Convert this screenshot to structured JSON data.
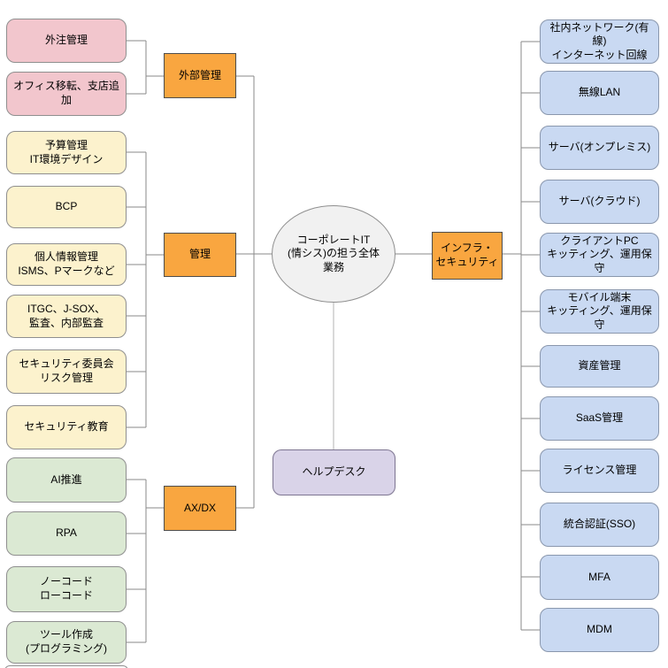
{
  "center_node": {
    "label": "コーポレートIT\n(情シス)の担う全体\n業務"
  },
  "helpdesk_node": {
    "label": "ヘルプデスク"
  },
  "groups": {
    "external": {
      "label": "外部管理",
      "children": [
        "外注管理",
        "オフィス移転、支店追加"
      ]
    },
    "management": {
      "label": "管理",
      "children": [
        "予算管理\nIT環境デザイン",
        "BCP",
        "個人情報管理\nISMS、Pマークなど",
        "ITGC、J-SOX、\n監査、内部監査",
        "セキュリティ委員会\nリスク管理",
        "セキュリティ教育"
      ]
    },
    "axdx": {
      "label": "AX/DX",
      "children": [
        "AI推進",
        "RPA",
        "ノーコード\nローコード",
        "ツール作成\n(プログラミング)"
      ]
    },
    "infra_security": {
      "label": "インフラ・\nセキュリティ",
      "children": [
        "社内ネットワーク(有線)\nインターネット回線",
        "無線LAN",
        "サーバ(オンプレミス)",
        "サーバ(クラウド)",
        "クライアントPC\nキッティング、運用保守",
        "モバイル端末\nキッティング、運用保守",
        "資産管理",
        "SaaS管理",
        "ライセンス管理",
        "統合認証(SSO)",
        "MFA",
        "MDM"
      ]
    }
  },
  "colors": {
    "category_fill": "#f9a640",
    "external_children_fill": "#f2c6cd",
    "management_children_fill": "#fcf2cd",
    "axdx_children_fill": "#dbe9d3",
    "infra_children_fill": "#c9d9f2",
    "helpdesk_fill": "#d9d3e8",
    "center_fill": "#f1f1f1",
    "connector_stroke": "#8a8a8a"
  }
}
